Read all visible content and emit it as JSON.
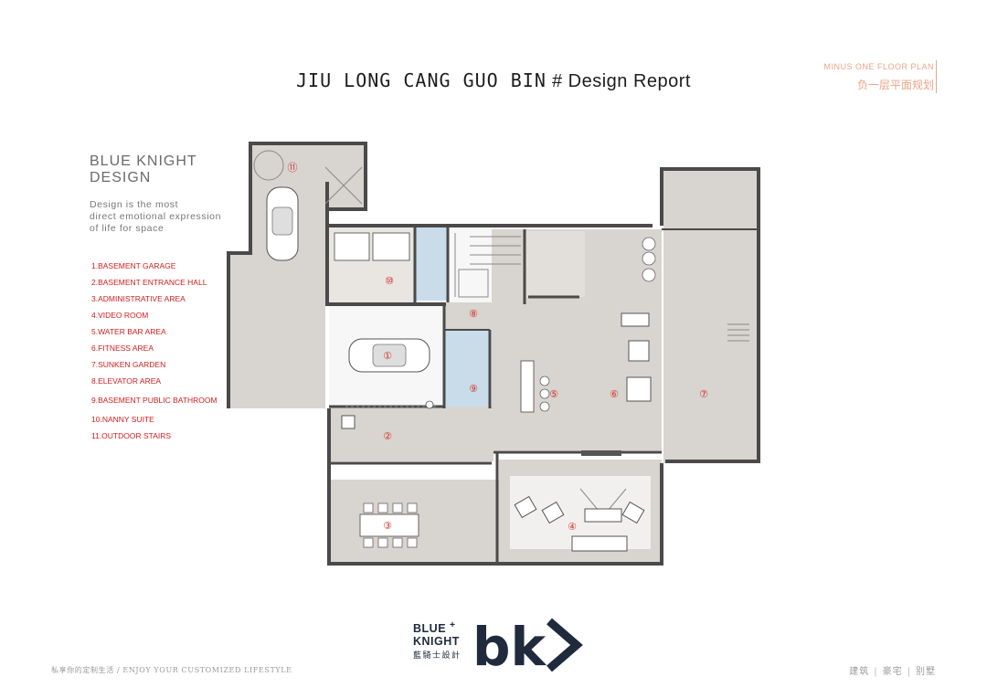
{
  "header": {
    "title_project": "JIU LONG CANG GUO BIN",
    "title_hash": "#",
    "title_report": "Design Report",
    "floor_plan_en": "MINUS ONE FLOOR PLAN",
    "floor_plan_zh": "负一层平面规划"
  },
  "brand": {
    "line1": "BLUE KNIGHT",
    "line2": "DESIGN",
    "tagline_1": "Design is the most",
    "tagline_2": "direct emotional expression",
    "tagline_3": "of life for space"
  },
  "legend": {
    "items": [
      "1.BASEMENT GARAGE",
      "2.BASEMENT ENTRANCE HALL",
      "3.ADMINISTRATIVE AREA",
      "4.VIDEO ROOM",
      "5.WATER BAR AREA",
      "6.FITNESS AREA",
      "7.SUNKEN GARDEN",
      "8.ELEVATOR AREA",
      "9.BASEMENT PUBLIC BATHROOM",
      "10.NANNY SUITE",
      "11.OUTDOOR STAIRS"
    ]
  },
  "plan": {
    "markers": [
      "①",
      "②",
      "③",
      "④",
      "⑤",
      "⑥",
      "⑦",
      "⑧",
      "⑨",
      "⑩",
      "⑪"
    ],
    "colors": {
      "wall": "#4a4a4a",
      "floor": "#d8d4cf",
      "floor_light": "#e9e6e2",
      "white_room": "#f7f7f7",
      "bath": "#c9dcea",
      "marker": "#d4322c"
    }
  },
  "logo": {
    "line1": "BLUE",
    "plus": "+",
    "line2": "KNIGHT",
    "zh": "藍騎士設計",
    "mark": "bk"
  },
  "footer": {
    "left": "私享你的定制生活 / ENJOY YOUR CUSTOMIZED LIFESTYLE",
    "right": [
      "建筑",
      "豪宅",
      "别墅"
    ]
  }
}
